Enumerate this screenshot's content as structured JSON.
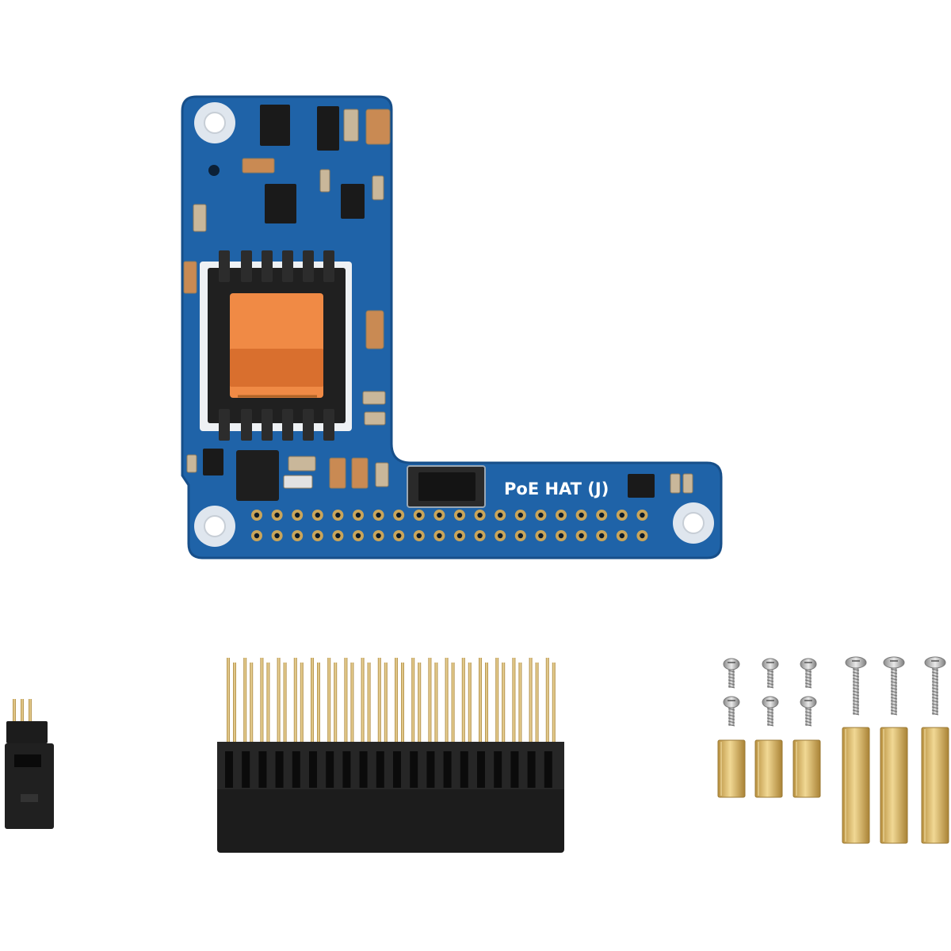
{
  "board": {
    "silkscreen_label": "PoE HAT (J)",
    "colors": {
      "pcb": "#1f63a8",
      "pcb_edge": "#174f8a",
      "transformer_tape": "#f08a45",
      "pin_gold": "#c9a55a",
      "brass": "#d8b86e",
      "header_black": "#1c1c1c"
    }
  },
  "items": [
    {
      "name": "poe-hat-board"
    },
    {
      "name": "jumper-cap"
    },
    {
      "name": "gpio-extension-header"
    },
    {
      "name": "short-screws",
      "count": 6
    },
    {
      "name": "long-screws",
      "count": 3
    },
    {
      "name": "short-brass-standoffs",
      "count": 3
    },
    {
      "name": "long-brass-standoffs",
      "count": 3
    }
  ]
}
